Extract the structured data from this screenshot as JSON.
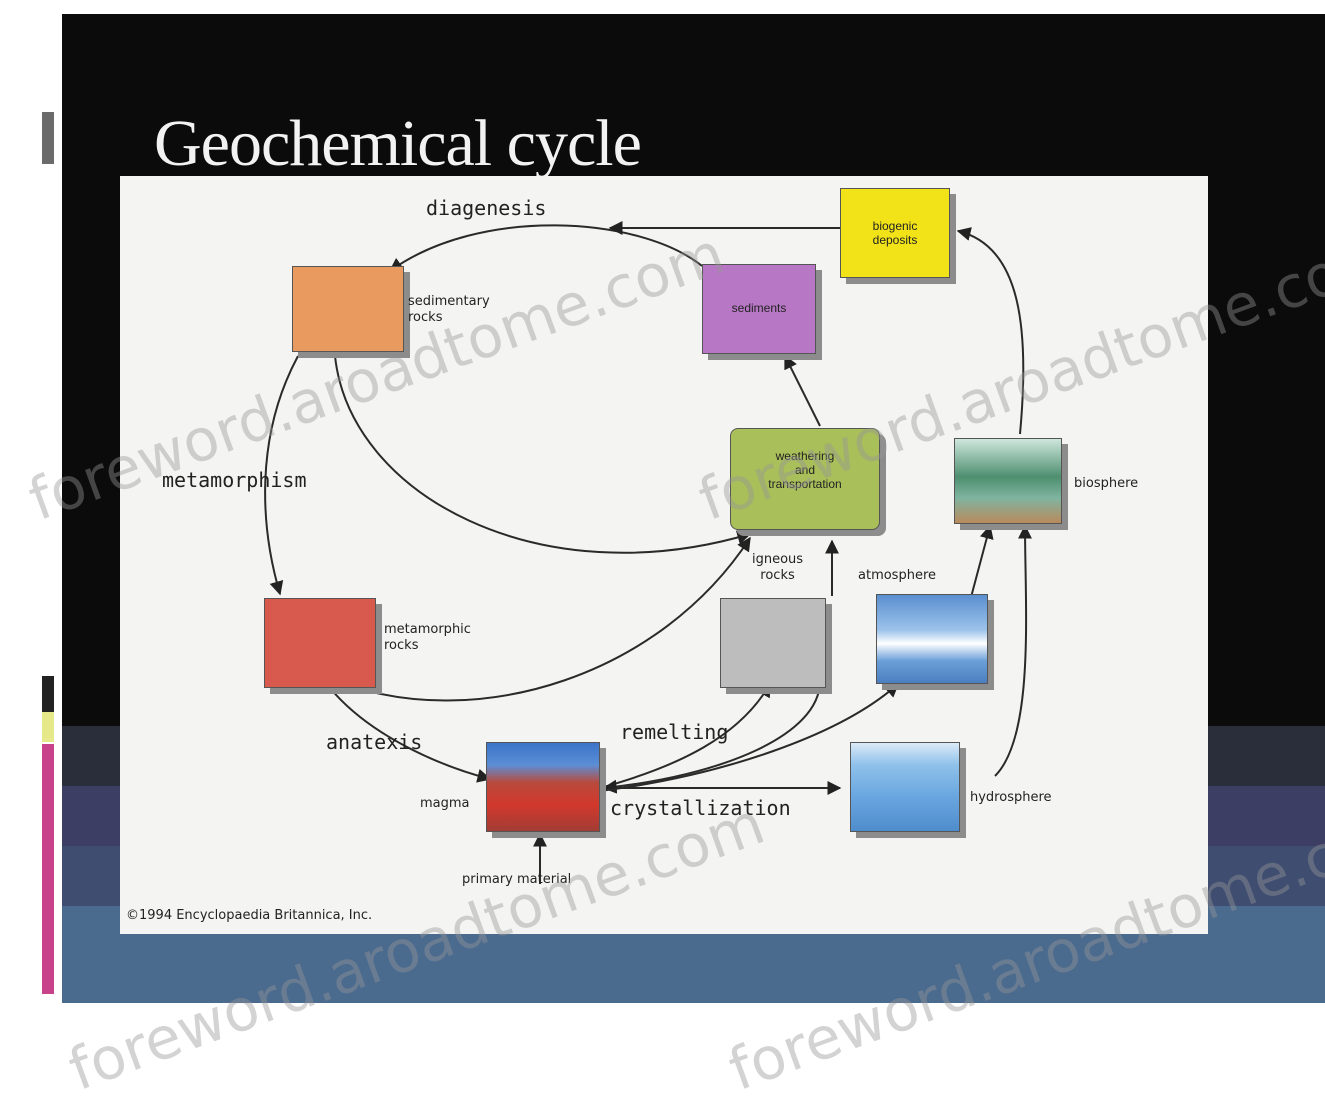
{
  "slide": {
    "title": "Geochemical cycle"
  },
  "diagram": {
    "nodes": {
      "sedimentary": {
        "label": "sedimentary\nrocks"
      },
      "sediments": {
        "label": "sediments"
      },
      "biogenic": {
        "label": "biogenic\ndeposits"
      },
      "weathering": {
        "label": "weathering\nand\ntransportation"
      },
      "biosphere": {
        "label": "biosphere"
      },
      "metamorphic": {
        "label": "metamorphic\nrocks"
      },
      "igneous": {
        "label": "igneous\nrocks"
      },
      "atmosphere": {
        "label": "atmosphere"
      },
      "magma": {
        "label": "magma"
      },
      "hydrosphere": {
        "label": "hydrosphere"
      }
    },
    "process_labels": {
      "diagenesis": "diagenesis",
      "metamorphism": "metamorphism",
      "anatexis": "anatexis",
      "remelting": "remelting",
      "crystallization": "crystallization",
      "primary_material": "primary material"
    },
    "colors": {
      "sedimentary": "#e99a5e",
      "sediments": "#b777c4",
      "biogenic": "#f2e319",
      "weathering": "#a9bf5a",
      "metamorphic": "#d85a4e",
      "igneous": "#bdbdbd",
      "atmosphere": "#5b8fd0",
      "hydrosphere": "#6aa7e0",
      "biosphere": "#4d8f6f"
    },
    "copyright": "©1994 Encyclopaedia Britannica, Inc."
  },
  "watermark": {
    "text": "foreword.aroadtome.com"
  }
}
